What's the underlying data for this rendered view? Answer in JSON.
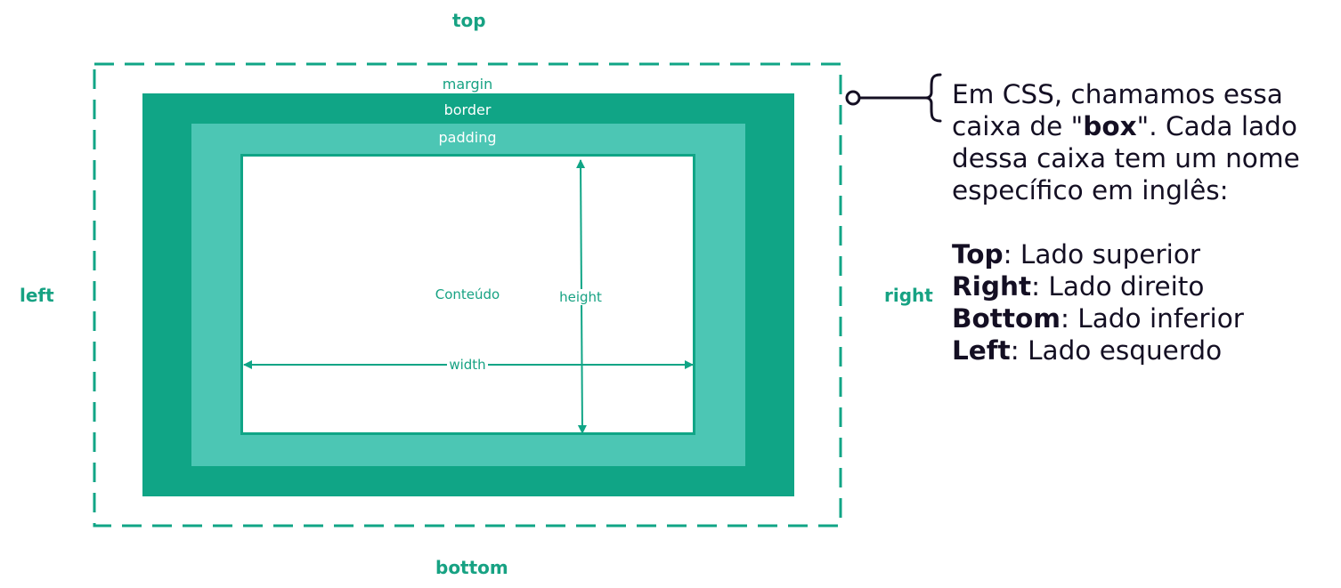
{
  "sides": {
    "top": "top",
    "bottom": "bottom",
    "left": "left",
    "right": "right"
  },
  "layers": {
    "margin": "margin",
    "border": "border",
    "padding": "padding",
    "content": "Conteúdo"
  },
  "dimensions": {
    "height": "height",
    "width": "width"
  },
  "explanation": {
    "intro_1": "Em CSS, chamamos essa caixa de \"",
    "intro_bold": "box",
    "intro_2": "\". Cada lado dessa caixa tem um nome específico em inglês:",
    "items": [
      {
        "term": "Top",
        "desc": ": Lado superior"
      },
      {
        "term": "Right",
        "desc": ": Lado direito"
      },
      {
        "term": "Bottom",
        "desc": ": Lado inferior"
      },
      {
        "term": "Left",
        "desc": ": Lado esquerdo"
      }
    ]
  },
  "colors": {
    "accent": "#17a283",
    "border_fill": "#10a586",
    "padding_fill": "#4cc6b4",
    "text_dark": "#140f23"
  }
}
